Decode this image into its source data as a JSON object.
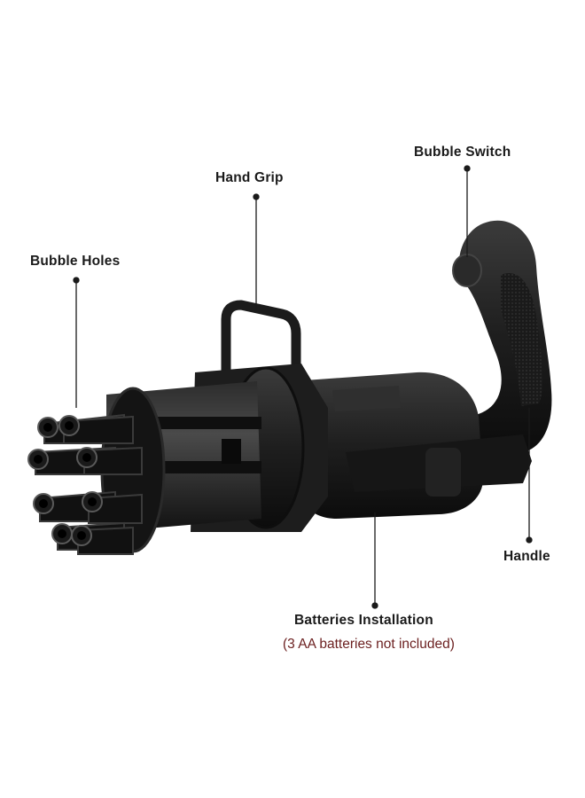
{
  "product_labels": {
    "bubble_switch": "Bubble Switch",
    "hand_grip": "Hand Grip",
    "bubble_holes": "Bubble Holes",
    "handle": "Handle",
    "batteries_installation": "Batteries Installation",
    "batteries_note": "(3 AA batteries not included)"
  },
  "colors": {
    "body": "#1c1c1c",
    "highlight": "#3a3a3a",
    "note_text": "#6b1f1f"
  }
}
